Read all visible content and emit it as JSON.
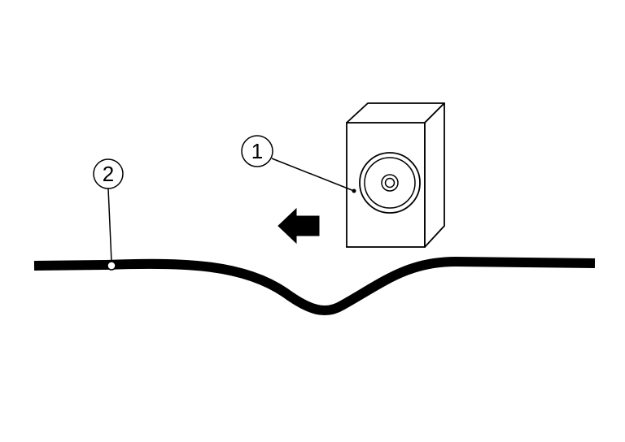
{
  "callouts": {
    "speaker_label": "1",
    "cable_label": "2"
  },
  "icons": {
    "speaker": "speaker-icon",
    "direction_arrow": "arrow-left-icon",
    "cable": "cable-line"
  },
  "colors": {
    "stroke": "#000000",
    "background": "#ffffff"
  }
}
